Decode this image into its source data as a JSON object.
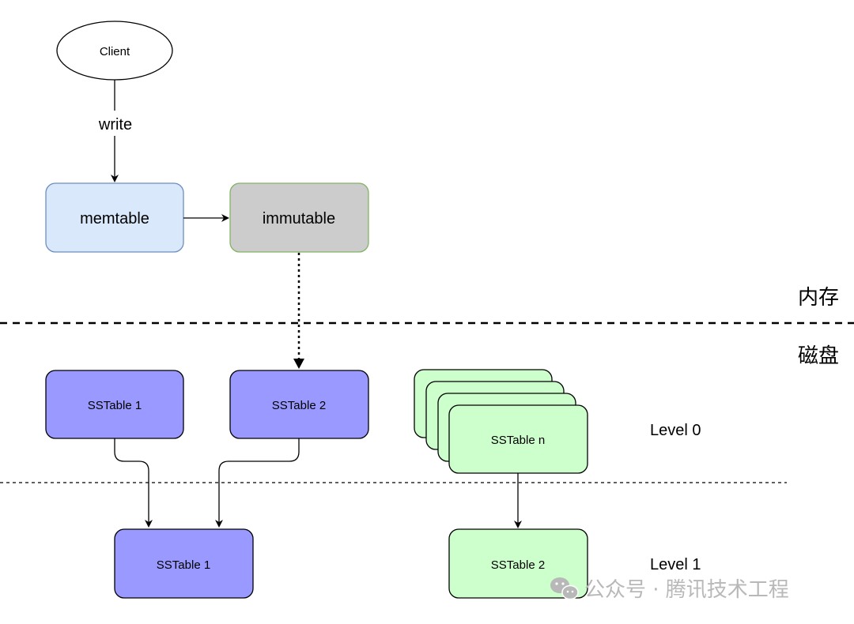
{
  "nodes": {
    "client": "Client",
    "memtable": "memtable",
    "immutable": "immutable",
    "l0_sstable_1": "SSTable 1",
    "l0_sstable_2": "SSTable 2",
    "l0_sstable_n": "SSTable n",
    "l1_sstable_1": "SSTable 1",
    "l1_sstable_2": "SSTable 2"
  },
  "edges": {
    "client_to_memtable": "write"
  },
  "regions": {
    "memory": "内存",
    "disk": "磁盘"
  },
  "levels": {
    "level_0": "Level 0",
    "level_1": "Level 1"
  },
  "watermark": {
    "text": "公众号 · 腾讯技术工程"
  },
  "colors": {
    "memtable_fill": "#dae8fc",
    "memtable_stroke": "#6c8ebf",
    "immutable_fill": "#cccccc",
    "immutable_stroke": "#82b366",
    "sstable_fill": "#9999ff",
    "sstable_green_fill": "#ccffcc"
  }
}
